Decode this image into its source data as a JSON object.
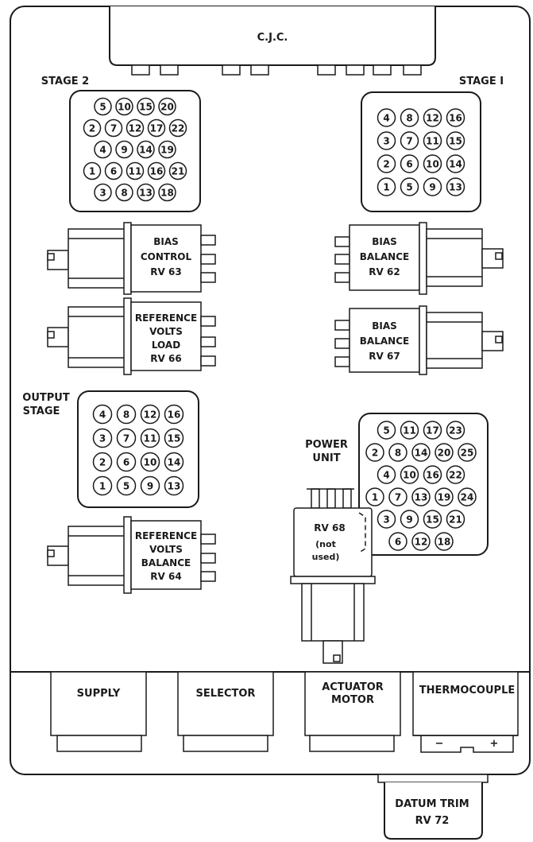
{
  "labels": {
    "cjc": "C.J.C.",
    "stage2": "STAGE 2",
    "stage1": "STAGE I",
    "output_stage": [
      "OUTPUT",
      "STAGE"
    ],
    "power_unit": [
      "POWER",
      "UNIT"
    ]
  },
  "potentiometers": {
    "bias_control": [
      "BIAS",
      "CONTROL",
      "RV 63"
    ],
    "bias_balance_62": [
      "BIAS",
      "BALANCE",
      "RV 62"
    ],
    "ref_volts_load": [
      "REFERENCE",
      "VOLTS",
      "LOAD",
      "RV 66"
    ],
    "bias_balance_67": [
      "BIAS",
      "BALANCE",
      "RV 67"
    ],
    "ref_volts_balance": [
      "REFERENCE",
      "VOLTS",
      "BALANCE",
      "RV 64"
    ],
    "rv68": [
      "RV 68",
      "(not",
      "used)"
    ]
  },
  "connectors": {
    "supply": "SUPPLY",
    "selector": "SELECTOR",
    "actuator_motor": [
      "ACTUATOR",
      "MOTOR"
    ],
    "thermocouple": "THERMOCOUPLE",
    "minus": "−",
    "plus": "+"
  },
  "datum_trim": [
    "DATUM TRIM",
    "RV 72"
  ],
  "pin_grids": {
    "stage2": [
      [
        "5",
        "10",
        "15",
        "20"
      ],
      [
        "2",
        "7",
        "12",
        "17",
        "22"
      ],
      [
        "4",
        "9",
        "14",
        "19"
      ],
      [
        "1",
        "6",
        "11",
        "16",
        "21"
      ],
      [
        "3",
        "8",
        "13",
        "18"
      ]
    ],
    "stage1": [
      [
        "4",
        "8",
        "12",
        "16"
      ],
      [
        "3",
        "7",
        "11",
        "15"
      ],
      [
        "2",
        "6",
        "10",
        "14"
      ],
      [
        "1",
        "5",
        "9",
        "13"
      ]
    ],
    "output": [
      [
        "4",
        "8",
        "12",
        "16"
      ],
      [
        "3",
        "7",
        "11",
        "15"
      ],
      [
        "2",
        "6",
        "10",
        "14"
      ],
      [
        "1",
        "5",
        "9",
        "13"
      ]
    ],
    "power": [
      [
        "5",
        "11",
        "17",
        "23"
      ],
      [
        "2",
        "8",
        "14",
        "20",
        "25"
      ],
      [
        "4",
        "10",
        "16",
        "22"
      ],
      [
        "1",
        "7",
        "13",
        "19",
        "24"
      ],
      [
        "3",
        "9",
        "15",
        "21"
      ],
      [
        "6",
        "12",
        "18"
      ]
    ]
  }
}
